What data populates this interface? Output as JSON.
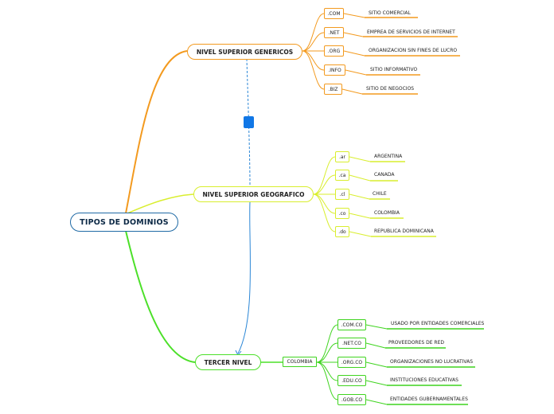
{
  "root": {
    "label": "TIPOS DE DOMINIOS"
  },
  "branches": {
    "genericos": {
      "label": "NIVEL SUPERIOR GENERICOS",
      "items": [
        {
          "tld": ".COM",
          "desc": "SITIO COMERCIAL"
        },
        {
          "tld": ".NET",
          "desc": "EMPREA DE SERVICIOS DE INTERNET"
        },
        {
          "tld": ".ORG",
          "desc": "ORGANIZACION SIN FINES DE LUCRO"
        },
        {
          "tld": ".INFO",
          "desc": "SITIO INFORMATIVO"
        },
        {
          "tld": ".BIZ",
          "desc": "SITIO DE NEGOCIOS"
        }
      ]
    },
    "geografico": {
      "label": "NIVEL SUPERIOR GEOGRAFICO",
      "items": [
        {
          "tld": ".ar",
          "desc": "ARGENTINA"
        },
        {
          "tld": ".ca",
          "desc": "CANADA"
        },
        {
          "tld": ".cl",
          "desc": "CHILE"
        },
        {
          "tld": ".co",
          "desc": "COLOMBIA"
        },
        {
          "tld": ".do",
          "desc": "REPUBLICA DOMINICANA"
        }
      ]
    },
    "tercer": {
      "label": "TERCER NIVEL",
      "country": "COLOMBIA",
      "items": [
        {
          "tld": ".COM.CO",
          "desc": "USADO POR ENTIDADES COMERCIALES"
        },
        {
          "tld": ".NET.CO",
          "desc": "PROVEEDORES DE RED"
        },
        {
          "tld": ".ORG.CO",
          "desc": "ORGANIZACIONES NO LUCRATIVAS"
        },
        {
          "tld": ".EDU.CO",
          "desc": "INSTITUCIONES EDUCATIVAS"
        },
        {
          "tld": ".GOB.CO",
          "desc": "ENTIDADES GUBERNAMENTALES"
        }
      ]
    }
  },
  "colors": {
    "root_border": "#1f6aa5",
    "genericos": "#f39a1f",
    "geografico": "#d9ee2e",
    "tercer": "#4ce029",
    "relation": "#2a86d6",
    "marker": "#1177e6"
  }
}
